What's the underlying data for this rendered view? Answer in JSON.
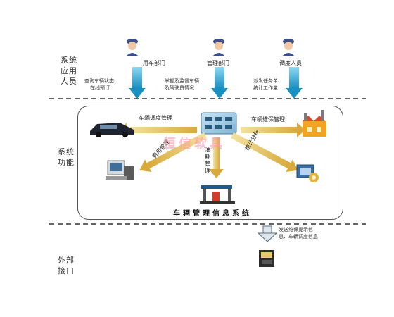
{
  "sections": {
    "users": "系统应用人员",
    "functions": "系统功能",
    "external": "外部接口"
  },
  "roles": [
    {
      "label": "用车部门",
      "desc": [
        "查询车辆状态、",
        "在线预订"
      ]
    },
    {
      "label": "管理部门",
      "desc": [
        "掌握及监督车辆",
        "及驾驶员情况"
      ]
    },
    {
      "label": "调度人员",
      "desc": [
        "派发任务单、",
        "统计工作量"
      ]
    }
  ],
  "functions": {
    "dispatch": "车辆调度管理",
    "maintenance": "车辆维保管理",
    "cost": "费用管理",
    "fuel": "油耗管理",
    "stats": "统计分析"
  },
  "system_title": "车辆管理信息系统",
  "watermark": "恒信软具",
  "external_note": [
    "发送维保提示信",
    "息、车辆调度信息"
  ],
  "colors": {
    "accent_blue": "#2aa7d8",
    "arrow_yellow": "#e2c25a",
    "dash_line": "#333333"
  }
}
